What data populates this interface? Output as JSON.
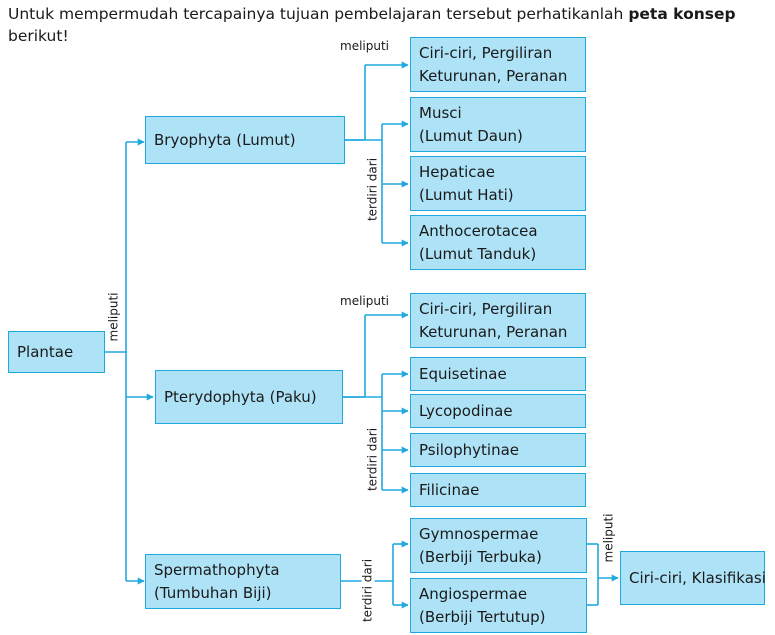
{
  "intro": {
    "text_before": "Untuk mempermudah tercapainya tujuan pembelajaran tersebut perhatikanlah ",
    "bold": "peta konsep",
    "text_after": " berikut!"
  },
  "nodes": {
    "plantae": "Plantae",
    "bryophyta": "Bryophyta (Lumut)",
    "bryo_ciri": [
      "Ciri-ciri, Pergiliran",
      "Keturunan, Peranan"
    ],
    "musci": [
      "Musci",
      "(Lumut Daun)"
    ],
    "hepaticae": [
      "Hepaticae",
      "(Lumut Hati)"
    ],
    "anthocerotacea": [
      "Anthocerotacea",
      "(Lumut Tanduk)"
    ],
    "pterydophyta": "Pterydophyta (Paku)",
    "ptery_ciri": [
      "Ciri-ciri, Pergiliran",
      "Keturunan, Peranan"
    ],
    "equisetinae": "Equisetinae",
    "lycopodinae": "Lycopodinae",
    "psilophytinae": "Psilophytinae",
    "filicinae": "Filicinae",
    "spermatophyta": [
      "Spermathophyta",
      "(Tumbuhan Biji)"
    ],
    "gymnospermae": [
      "Gymnospermae",
      "(Berbiji Terbuka)"
    ],
    "angiospermae": [
      "Angiospermae",
      "(Berbiji Tertutup)"
    ],
    "sperma_ciri": "Ciri-ciri, Klasifikasi"
  },
  "labels": {
    "meliputi": "meliputi",
    "terdiri_dari": "terdiri dari"
  },
  "colors": {
    "box_fill": "#aee3f7",
    "box_border": "#1fa9df",
    "line": "#1fa9df"
  }
}
